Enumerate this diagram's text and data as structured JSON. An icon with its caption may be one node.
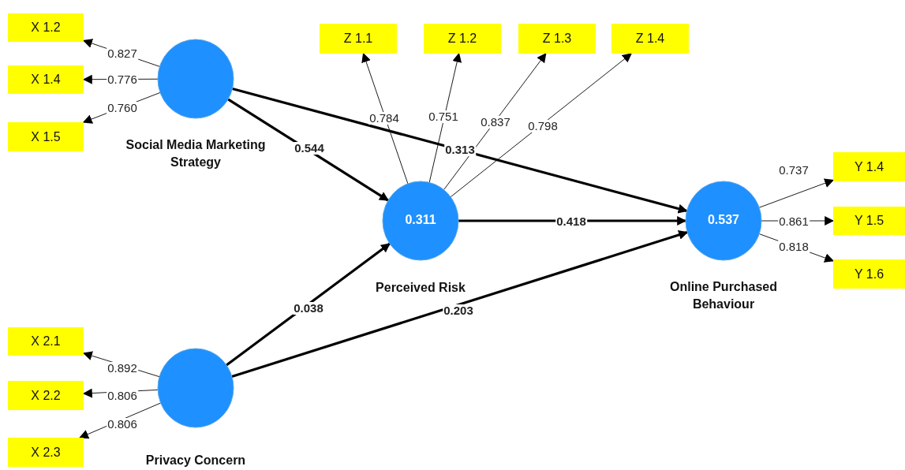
{
  "diagram": {
    "nodes": [
      {
        "text": [
          "X 1.2"
        ]
      },
      {
        "text": [
          "X 1.4"
        ]
      },
      {
        "text": [
          "X 1.5"
        ]
      },
      {
        "text": [
          "Social Media Marketing Strategy"
        ]
      },
      {
        "text": [
          "Z 1.1"
        ]
      },
      {
        "text": [
          "Z 1.2"
        ]
      },
      {
        "text": [
          "Z 1.3"
        ]
      },
      {
        "text": [
          "Z 1.4"
        ]
      },
      {
        "text": [
          "0.311",
          "Perceived Risk"
        ]
      },
      {
        "text": [
          "0.537",
          "Online Purchased Behaviour"
        ]
      },
      {
        "text": [
          "Y 1.4"
        ]
      },
      {
        "text": [
          "Y 1.5"
        ]
      },
      {
        "text": [
          "Y 1.6"
        ]
      },
      {
        "text": [
          "X 2.1"
        ]
      },
      {
        "text": [
          "X 2.2"
        ]
      },
      {
        "text": [
          "X 2.3"
        ]
      },
      {
        "text": [
          "Privacy Concern"
        ]
      }
    ],
    "edges": [
      {
        "from": 3,
        "to": 0,
        "arrow": "to",
        "label": "0.827"
      },
      {
        "from": 3,
        "to": 1,
        "arrow": "to",
        "label": "0.776"
      },
      {
        "from": 3,
        "to": 2,
        "arrow": "to",
        "label": "0.760"
      },
      {
        "from": 8,
        "to": 4,
        "arrow": "to",
        "label": "0.784"
      },
      {
        "from": 8,
        "to": 5,
        "arrow": "to",
        "label": "0.751"
      },
      {
        "from": 8,
        "to": 6,
        "arrow": "to",
        "label": "0.837"
      },
      {
        "from": 8,
        "to": 7,
        "arrow": "to",
        "label": "0.798"
      },
      {
        "from": 9,
        "to": 10,
        "arrow": "to",
        "label": "0.737"
      },
      {
        "from": 9,
        "to": 11,
        "arrow": "to",
        "label": "0.861"
      },
      {
        "from": 9,
        "to": 12,
        "arrow": "to",
        "label": "0.818"
      },
      {
        "from": 16,
        "to": 13,
        "arrow": "to",
        "label": "0.892"
      },
      {
        "from": 16,
        "to": 14,
        "arrow": "to",
        "label": "0.806"
      },
      {
        "from": 16,
        "to": 15,
        "arrow": "to",
        "label": "0.806"
      },
      {
        "from": 3,
        "to": 8,
        "arrow": "to",
        "label": "0.544",
        "style": "thick"
      },
      {
        "from": 3,
        "to": 9,
        "arrow": "to",
        "label": "0.313",
        "style": "thick"
      },
      {
        "from": 8,
        "to": 9,
        "arrow": "to",
        "label": "0.418",
        "style": "thick"
      },
      {
        "from": 16,
        "to": 8,
        "arrow": "to",
        "label": "0.038",
        "style": "thick"
      },
      {
        "from": 16,
        "to": 9,
        "arrow": "to",
        "label": "0.203",
        "style": "thick"
      }
    ]
  }
}
